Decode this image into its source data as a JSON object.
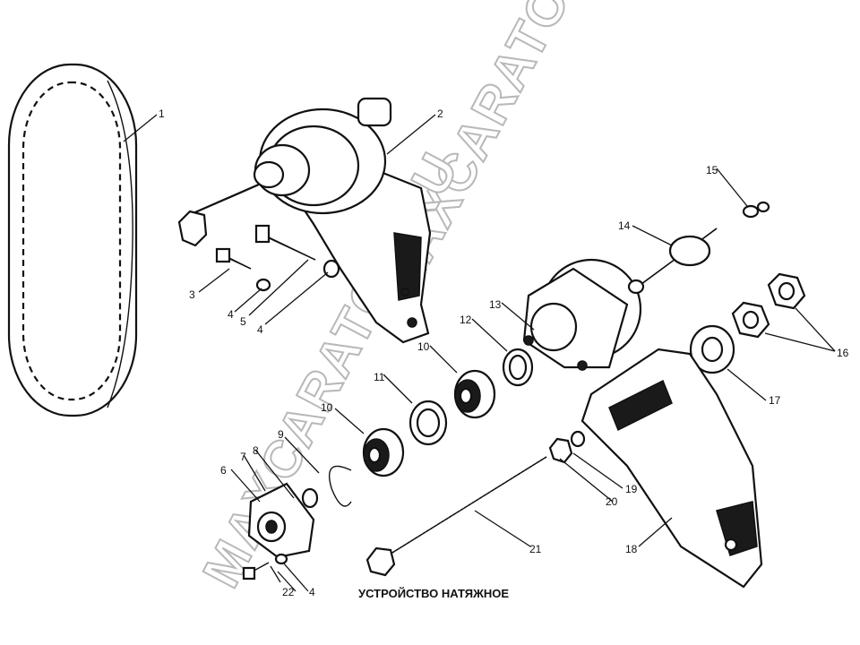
{
  "caption": "УСТРОЙСТВО НАТЯЖНОЕ",
  "watermarks": [
    "MAXCARATOR.RU",
    "MAXCARATOR.RU"
  ],
  "callouts": {
    "c1": "1",
    "c2": "2",
    "c3": "3",
    "c4a": "4",
    "c5": "5",
    "c4b": "4",
    "c6": "6",
    "c7": "7",
    "c8": "8",
    "c9": "9",
    "c10a": "10",
    "c10b": "10",
    "c11": "11",
    "c12": "12",
    "c13": "13",
    "c14": "14",
    "c15": "15",
    "c16": "16",
    "c17": "17",
    "c18": "18",
    "c19": "19",
    "c20": "20",
    "c21": "21",
    "c22": "22",
    "c4c": "4"
  }
}
